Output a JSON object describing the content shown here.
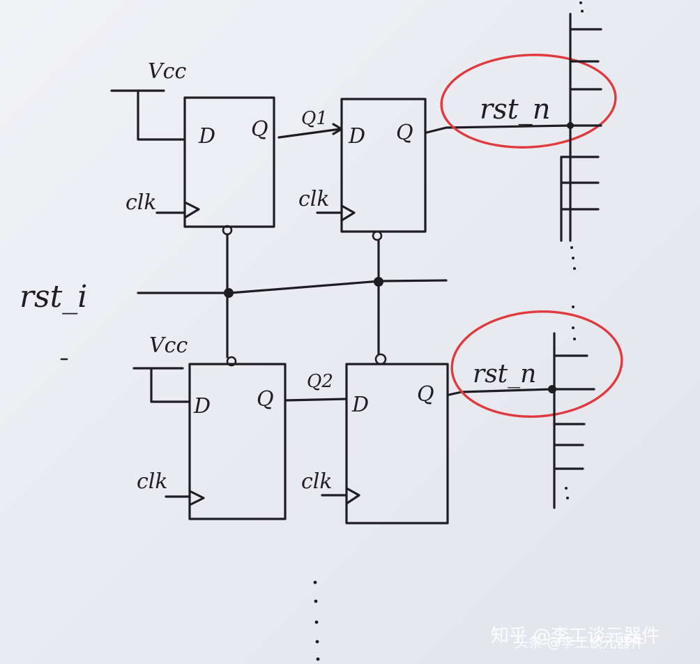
{
  "labels": {
    "vcc_top": "Vcc",
    "vcc_bottom": "Vcc",
    "d": "D",
    "q": "Q",
    "clk": "clk",
    "q1": "Q1",
    "q2": "Q2",
    "rst_i": "rst_i",
    "rst_n_top": "rst_n",
    "rst_n_bottom": "rst_n"
  },
  "watermark": {
    "line1": "知乎 @李工谈元器件",
    "line2": "头条 @李工谈元器件"
  },
  "colors": {
    "ink": "#1d1d22",
    "highlight": "#e0393e",
    "paper": "#eceef3"
  }
}
